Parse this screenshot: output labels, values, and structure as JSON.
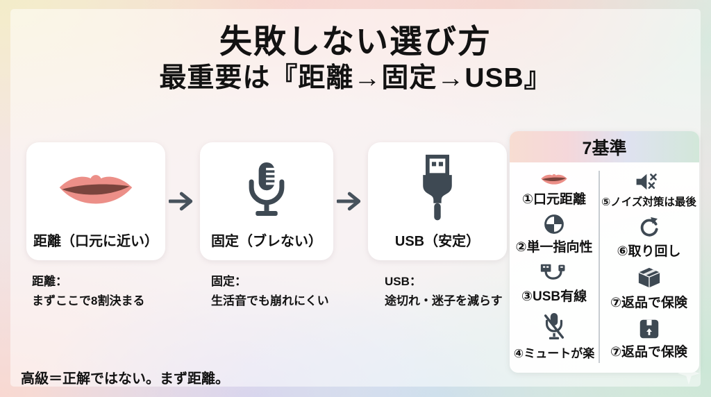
{
  "title": "失敗しない選び方",
  "subtitle": "最重要は『距離→固定→USB』",
  "flow": {
    "cards": [
      {
        "icon": "lips-icon",
        "label": "距離（口元に近い）",
        "caption_title": "距離：",
        "caption_body": "まずここで8割決まる"
      },
      {
        "icon": "microphone-icon",
        "label": "固定（ブレない）",
        "caption_title": "固定：",
        "caption_body": "生活音でも崩れにくい"
      },
      {
        "icon": "usb-plug-icon",
        "label": "USB（安定）",
        "caption_title": "USB：",
        "caption_body": "途切れ・迷子を減らす"
      }
    ]
  },
  "criteria_panel": {
    "title": "7基準",
    "left_items": [
      {
        "icon": "lips-icon",
        "label": "①口元距離"
      },
      {
        "icon": "cardioid-pattern-icon",
        "label": "②単一指向性"
      },
      {
        "icon": "usb-cable-icon",
        "label": "③USB有線"
      },
      {
        "icon": "muted-mic-icon",
        "label": "④ミュートが楽"
      }
    ],
    "right_items": [
      {
        "icon": "muted-speaker-icon",
        "label": "⑤ノイズ対策は最後"
      },
      {
        "icon": "rotate-arrow-icon",
        "label": "⑥取り回し"
      },
      {
        "icon": "shipping-box-icon",
        "label": "⑦返品で保険"
      },
      {
        "icon": "package-return-icon",
        "label": "⑦返品で保険"
      }
    ]
  },
  "footer_note": "高級＝正解ではない。まず距離。",
  "colors": {
    "icon_dark": "#3e4953",
    "lips_pink": "#ec8f88",
    "lips_mouth": "#7a443d",
    "divider": "#c7ccd1",
    "header_gradient": [
      "#f7ddd2",
      "#f5d7da",
      "#dfe2f0",
      "#d2e7d9"
    ]
  }
}
